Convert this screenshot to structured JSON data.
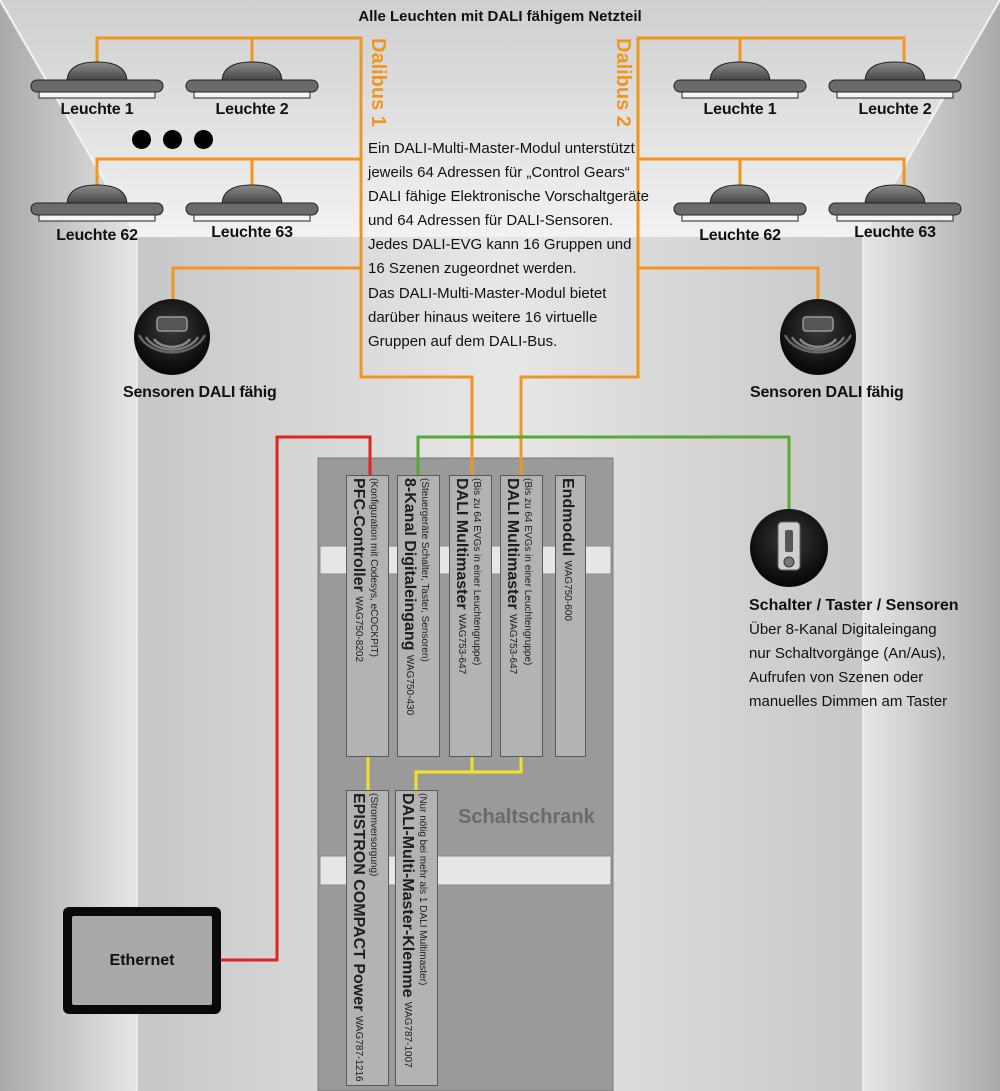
{
  "title": "Alle Leuchten mit DALI fähigem Netzteil",
  "dalibus_left": "Dalibus 1",
  "dalibus_right": "Dalibus 2",
  "lamps": {
    "left_1": "Leuchte 1",
    "left_2": "Leuchte 2",
    "left_62": "Leuchte 62",
    "left_63": "Leuchte 63",
    "right_1": "Leuchte 1",
    "right_2": "Leuchte 2",
    "right_62": "Leuchte 62",
    "right_63": "Leuchte 63"
  },
  "info_lines": [
    "Ein DALI-Multi-Master-Modul unterstützt",
    "jeweils 64 Adressen für „Control Gears“",
    "DALI fähige Elektronische Vorschaltgeräte",
    "und 64 Adressen für DALI-Sensoren.",
    "Jedes DALI-EVG kann 16 Gruppen und",
    "16 Szenen zugeordnet werden.",
    "Das DALI-Multi-Master-Modul bietet",
    "darüber hinaus weitere 16 virtuelle",
    "Gruppen auf dem DALI-Bus."
  ],
  "sensor_left": "Sensoren DALI fähig",
  "sensor_right": "Sensoren DALI fähig",
  "switch": {
    "title": "Schalter / Taster / Sensoren",
    "lines": [
      "Über 8-Kanal Digitaleingang",
      "nur Schaltvorgänge (An/Aus),",
      "Aufrufen von Szenen oder",
      "manuelles Dimmen am Taster"
    ]
  },
  "modules": {
    "pfc": {
      "name": "PFC-Controller",
      "code": "WAG750-8202",
      "desc": "(Konfiguration mit Codesys, eCOCKPIT)"
    },
    "digital": {
      "name": "8-Kanal Digitaleingang",
      "code": "WAG750-430",
      "desc": "(Steuergeräte Schalter, Taster, Sensoren)"
    },
    "dali1": {
      "name": "DALI Multimaster",
      "code": "WAG753-647",
      "desc": "(Bis zu 64 EVGs in einer Leuchtengruppe)"
    },
    "dali2": {
      "name": "DALI Multimaster",
      "code": "WAG753-647",
      "desc": "(Bis zu 64 EVGs in einer Leuchtengruppe)"
    },
    "end": {
      "name": "Endmodul",
      "code": "WAG750-600"
    },
    "power": {
      "name": "EPISTRON COMPACT Power",
      "code": "WAG787-1216",
      "desc": "(Stromversorgung)"
    },
    "klemme": {
      "name": "DALI-Multi-Master-Klemme",
      "code": "WAG787-1007",
      "desc": "(Nur nötig bei mehr als 1 DALI Multimaster)"
    }
  },
  "cabinet_label": "Schaltschrank",
  "ethernet": "Ethernet",
  "colors": {
    "dali_bus": "#f0961e",
    "ethernet_line": "#e0241f",
    "digital_line": "#5aa832",
    "power_line": "#f2e224"
  }
}
